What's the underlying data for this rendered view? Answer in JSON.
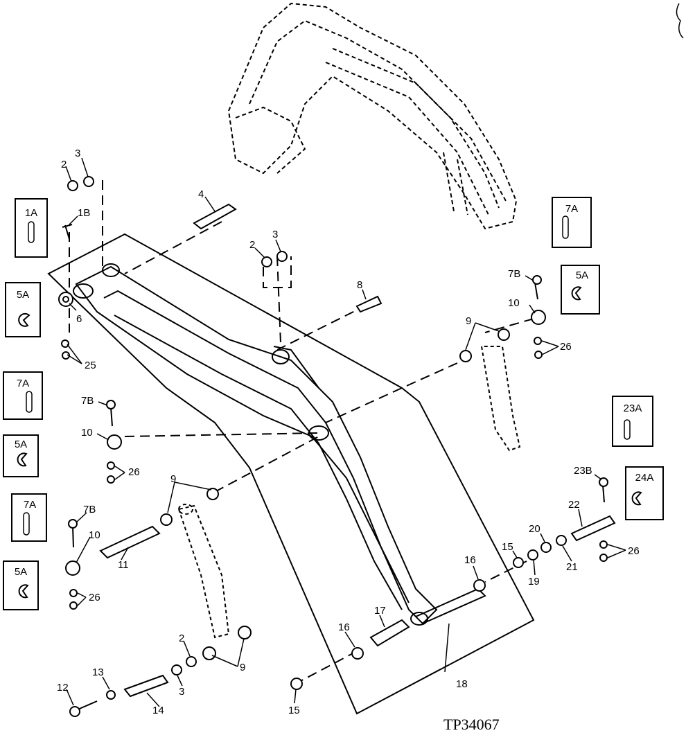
{
  "figure_id": "TP34067",
  "callouts": [
    {
      "id": "c2a",
      "text": "2"
    },
    {
      "id": "c3a",
      "text": "3"
    },
    {
      "id": "c4",
      "text": "4"
    },
    {
      "id": "c1b",
      "text": "1B"
    },
    {
      "id": "c2b",
      "text": "2"
    },
    {
      "id": "c3b",
      "text": "3"
    },
    {
      "id": "c6",
      "text": "6"
    },
    {
      "id": "c8",
      "text": "8"
    },
    {
      "id": "c25",
      "text": "25"
    },
    {
      "id": "c7b_a",
      "text": "7B"
    },
    {
      "id": "c10_a",
      "text": "10"
    },
    {
      "id": "c9_a",
      "text": "9"
    },
    {
      "id": "c26_a",
      "text": "26"
    },
    {
      "id": "c7b_b",
      "text": "7B"
    },
    {
      "id": "c10_b",
      "text": "10"
    },
    {
      "id": "c26_b",
      "text": "26"
    },
    {
      "id": "c9_b",
      "text": "9"
    },
    {
      "id": "c7b_c",
      "text": "7B"
    },
    {
      "id": "c10_c",
      "text": "10"
    },
    {
      "id": "c11",
      "text": "11"
    },
    {
      "id": "c26_c",
      "text": "26"
    },
    {
      "id": "c23b",
      "text": "23B"
    },
    {
      "id": "c22",
      "text": "22"
    },
    {
      "id": "c20",
      "text": "20"
    },
    {
      "id": "c15_a",
      "text": "15"
    },
    {
      "id": "c19",
      "text": "19"
    },
    {
      "id": "c21",
      "text": "21"
    },
    {
      "id": "c26_d",
      "text": "26"
    },
    {
      "id": "c16_a",
      "text": "16"
    },
    {
      "id": "c17",
      "text": "17"
    },
    {
      "id": "c16_b",
      "text": "16"
    },
    {
      "id": "c18",
      "text": "18"
    },
    {
      "id": "c2c",
      "text": "2"
    },
    {
      "id": "c9_c",
      "text": "9"
    },
    {
      "id": "c13",
      "text": "13"
    },
    {
      "id": "c12",
      "text": "12"
    },
    {
      "id": "c3c",
      "text": "3"
    },
    {
      "id": "c14",
      "text": "14"
    },
    {
      "id": "c15_b",
      "text": "15"
    }
  ],
  "kit_boxes": [
    {
      "id": "k1a",
      "label": "1A",
      "symbol": "bolt-icon"
    },
    {
      "id": "k5a_1",
      "label": "5A",
      "symbol": "lockwasher-icon"
    },
    {
      "id": "k7a_1",
      "label": "7A",
      "symbol": "bolt-icon"
    },
    {
      "id": "k5a_2",
      "label": "5A",
      "symbol": "lockwasher-icon"
    },
    {
      "id": "k7a_2",
      "label": "7A",
      "symbol": "bolt-icon"
    },
    {
      "id": "k5a_3",
      "label": "5A",
      "symbol": "lockwasher-icon"
    },
    {
      "id": "k7a_3",
      "label": "7A",
      "symbol": "bolt-icon"
    },
    {
      "id": "k5a_4",
      "label": "5A",
      "symbol": "lockwasher-icon"
    },
    {
      "id": "k23a",
      "label": "23A",
      "symbol": "bolt-icon"
    },
    {
      "id": "k24a",
      "label": "24A",
      "symbol": "lockwasher-icon"
    }
  ]
}
